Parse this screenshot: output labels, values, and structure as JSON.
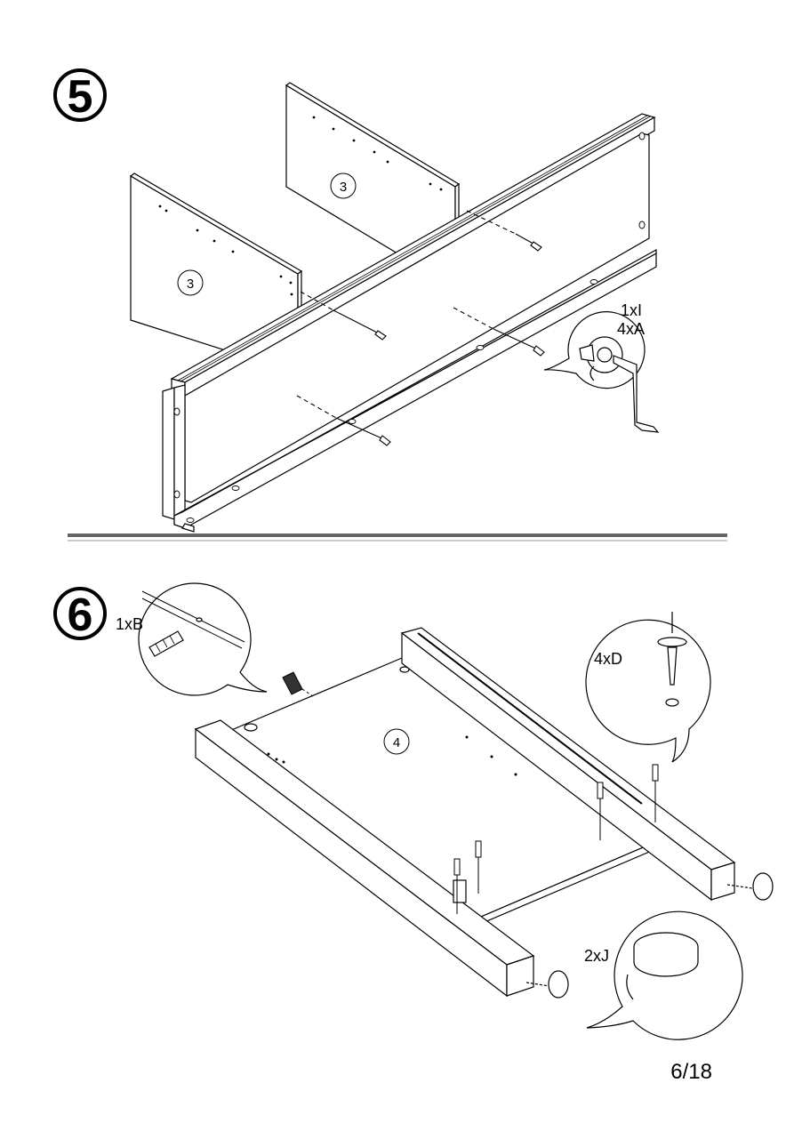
{
  "step5": {
    "number": "5",
    "part_panel_left": "3",
    "part_panel_right": "3",
    "hardware_line1": "1xI",
    "hardware_line2": "4xA"
  },
  "step6": {
    "number": "6",
    "part_board": "4",
    "hardware_dowel": "1xB",
    "hardware_screws": "4xD",
    "hardware_glides": "2xJ"
  },
  "page": {
    "number": "6/18"
  }
}
